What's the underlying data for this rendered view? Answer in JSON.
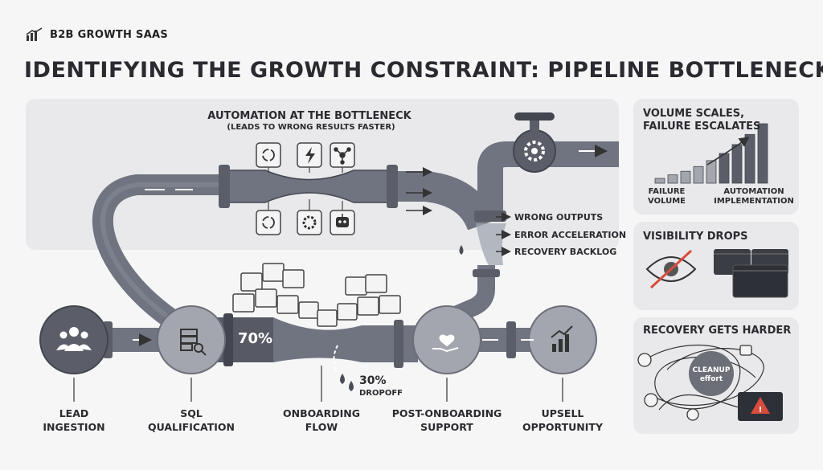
{
  "header": {
    "brand": "B2B GROWTH SAAS",
    "title": "IDENTIFYING THE GROWTH CONSTRAINT: PIPELINE BOTTLENECK"
  },
  "automation": {
    "title": "AUTOMATION AT THE BOTTLENECK",
    "subtitle": "(LEADS TO WRONG RESULTS FASTER)",
    "consequences": [
      "WRONG OUTPUTS",
      "ERROR ACCELERATION",
      "RECOVERY BACKLOG"
    ]
  },
  "pipeline": {
    "stages": [
      {
        "label_line1": "LEAD",
        "label_line2": "INGESTION",
        "icon": "team-icon"
      },
      {
        "label_line1": "SQL",
        "label_line2": "QUALIFICATION",
        "icon": "database-search-icon"
      },
      {
        "label_line1": "ONBOARDING",
        "label_line2": "FLOW",
        "icon": ""
      },
      {
        "label_line1": "POST-ONBOARDING",
        "label_line2": "SUPPORT",
        "icon": "heart-hand-icon"
      },
      {
        "label_line1": "UPSELL",
        "label_line2": "OPPORTUNITY",
        "icon": "growth-chart-icon"
      }
    ],
    "throughput": "70%",
    "dropoff_value": "30%",
    "dropoff_label": "DROPOFF"
  },
  "side_panels": {
    "volume": {
      "title_line1": "VOLUME SCALES,",
      "title_line2": "FAILURE ESCALATES",
      "left_label_line1": "FAILURE",
      "left_label_line2": "VOLUME",
      "right_label_line1": "AUTOMATION",
      "right_label_line2": "IMPLEMENTATION",
      "bars": [
        0.08,
        0.14,
        0.2,
        0.28,
        0.38,
        0.5,
        0.65,
        0.82,
        1.0
      ]
    },
    "visibility": {
      "title": "VISIBILITY DROPS"
    },
    "recovery": {
      "title": "RECOVERY GETS HARDER",
      "center_line1": "CLEANUP",
      "center_line2": "effort"
    }
  },
  "colors": {
    "pipe": "#707480",
    "pipe_dark": "#43464f",
    "node": "#a3a6ae",
    "accent_red": "#d84c3c",
    "panel": "#e9e9eb"
  }
}
